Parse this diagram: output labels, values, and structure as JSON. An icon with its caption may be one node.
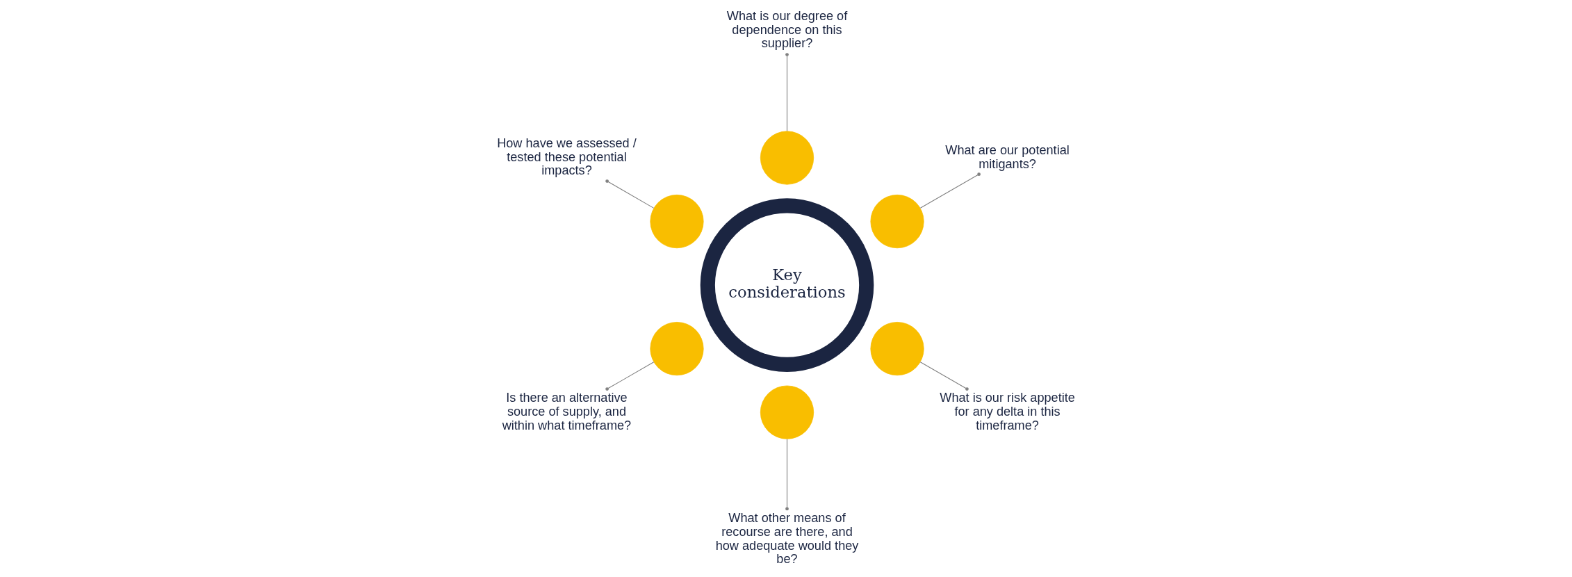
{
  "diagram": {
    "nodes": [
      {
        "text": [
          "Key considerations"
        ]
      },
      {
        "text": [
          "What are our potential mitigants?"
        ]
      },
      {
        "text": [],
        "shape": "teardrop"
      },
      {
        "text": [
          "What is our degree of dependence on this supplier?"
        ]
      },
      {
        "text": [],
        "shape": "teardrop"
      },
      {
        "text": [
          "How have we assessed / tested these potential impacts?"
        ]
      },
      {
        "text": [],
        "shape": "teardrop"
      },
      {
        "text": [
          "Is there an alternative source of supply, and within what timeframe?"
        ]
      },
      {
        "text": [],
        "shape": "teardrop"
      },
      {
        "text": [
          "What other means of recourse are there, and how adequate would they be?"
        ]
      },
      {
        "text": [],
        "shape": "teardrop"
      },
      {
        "text": [
          "What is our risk appetite for any delta in this timeframe?"
        ]
      },
      {
        "text": [],
        "shape": "teardrop"
      }
    ],
    "edges": [
      {
        "from": 1,
        "to": 2,
        "arrow": "other"
      },
      {
        "from": 3,
        "to": 4,
        "arrow": "other"
      },
      {
        "from": 5,
        "to": 6,
        "arrow": "other"
      },
      {
        "from": 7,
        "to": 8,
        "arrow": "other"
      },
      {
        "from": 9,
        "to": 10,
        "arrow": "other"
      },
      {
        "from": 11,
        "to": 12,
        "arrow": "other"
      }
    ]
  }
}
